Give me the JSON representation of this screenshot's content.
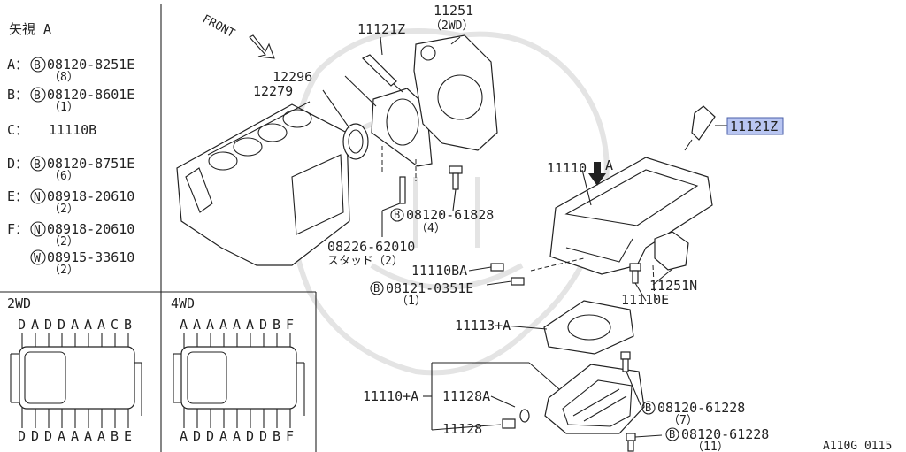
{
  "legend": {
    "title": "矢視 A",
    "rows": [
      {
        "key": "A：",
        "circle": "B",
        "part": "08120-8251E",
        "qty": "（8）"
      },
      {
        "key": "B：",
        "circle": "B",
        "part": "08120-8601E",
        "qty": "（1）"
      },
      {
        "key": "C：",
        "circle": "",
        "part": "11110B",
        "qty": ""
      },
      {
        "key": "D：",
        "circle": "B",
        "part": "08120-8751E",
        "qty": "（6）"
      },
      {
        "key": "E：",
        "circle": "N",
        "part": "08918-20610",
        "qty": "（2）"
      },
      {
        "key": "F：",
        "circle": "N",
        "part": "08918-20610",
        "qty": "（2）"
      },
      {
        "key": "",
        "circle": "W",
        "part": "08915-33610",
        "qty": "（2）"
      }
    ]
  },
  "bolt_maps": {
    "two_wd": {
      "title": "2WD",
      "top_codes": [
        "D",
        "A",
        "D",
        "D",
        "A",
        "A",
        "A",
        "C",
        "B"
      ],
      "bottom_codes": [
        "D",
        "D",
        "D",
        "A",
        "A",
        "A",
        "A",
        "B",
        "E"
      ]
    },
    "four_wd": {
      "title": "4WD",
      "top_codes": [
        "A",
        "A",
        "A",
        "A",
        "A",
        "A",
        "D",
        "B",
        "F"
      ],
      "bottom_codes": [
        "A",
        "D",
        "D",
        "A",
        "A",
        "D",
        "D",
        "B",
        "F"
      ]
    }
  },
  "callouts": {
    "front": "FRONT",
    "p11121z_top": "11121Z",
    "p11251": "11251",
    "p11251_sub": "（2WD）",
    "p12296": "12296",
    "p12279": "12279",
    "p11121z_highlight": "11121Z",
    "p11110": "11110",
    "view_a": "A",
    "p08120_61828_circle": "B",
    "p08120_61828": "08120-61828",
    "p08120_61828_qty": "（4）",
    "p08226_62010": "08226-62010",
    "p08226_62010_sub": "スタッド（2）",
    "p11110ba": "11110BA",
    "p08121_0351e_circle": "B",
    "p08121_0351e": "08121-0351E",
    "p08121_0351e_qty": "（1）",
    "p11251n": "11251N",
    "p11110e": "11110E",
    "p11113a": "11113+A",
    "p11110a": "11110+A",
    "p11128a": "11128A",
    "p11128": "11128",
    "p08120_61228_a_circle": "B",
    "p08120_61228_a": "08120-61228",
    "p08120_61228_a_qty": "（7）",
    "p08120_61228_b_circle": "B",
    "p08120_61228_b": "08120-61228",
    "p08120_61228_b_qty": "（11）",
    "figure_code": "A110G 0115"
  },
  "colors": {
    "highlight_fill": "#b9c6f2",
    "highlight_stroke": "#4a5fa8",
    "line": "#222222"
  }
}
